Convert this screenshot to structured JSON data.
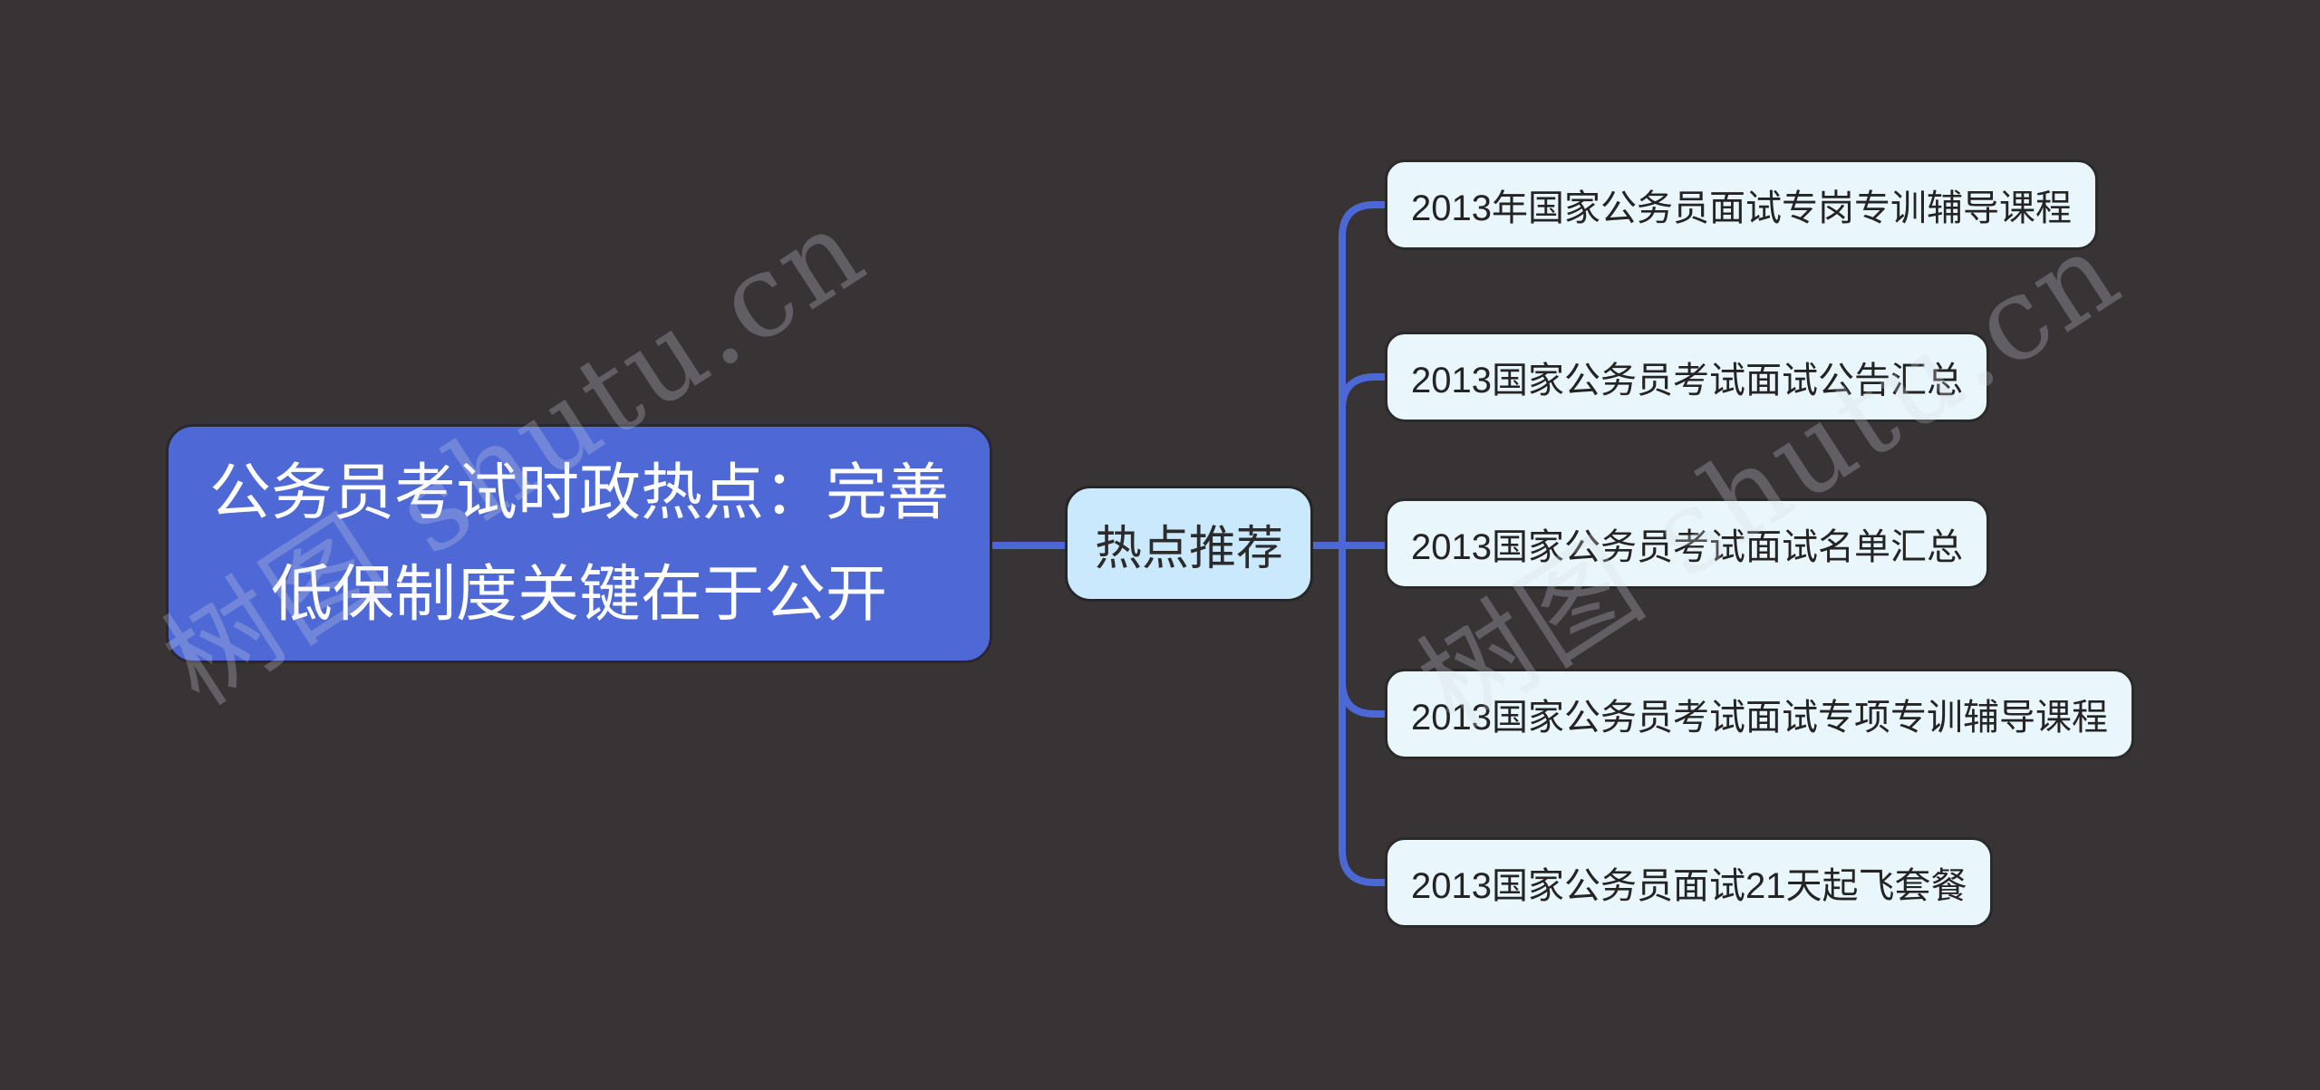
{
  "canvas": {
    "background_color": "#383436",
    "connector_color": "#4c68d5"
  },
  "watermark": {
    "text": "树图 shutu.cn"
  },
  "mindmap": {
    "root": {
      "label": "公务员考试时政热点：完善低保制度关键在于公开",
      "fill_color": "#4e69d6",
      "text_color": "#ffffff"
    },
    "branch": {
      "label": "热点推荐",
      "fill_color": "#cbe9fc",
      "text_color": "#2b2b2b"
    },
    "leaves": [
      {
        "label": "2013年国家公务员面试专岗专训辅导课程"
      },
      {
        "label": "2013国家公务员考试面试公告汇总"
      },
      {
        "label": "2013国家公务员考试面试名单汇总"
      },
      {
        "label": "2013国家公务员考试面试专项专训辅导课程"
      },
      {
        "label": "2013国家公务员面试21天起飞套餐"
      }
    ],
    "leaf_fill_color": "#e9f6fb"
  }
}
